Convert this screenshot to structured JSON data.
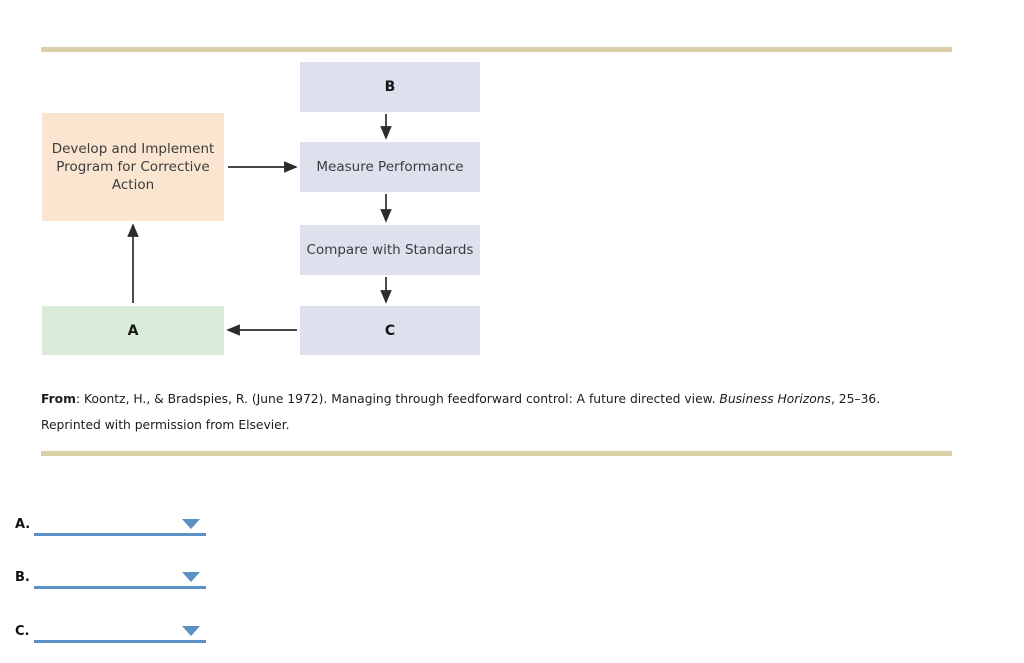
{
  "figure": {
    "title": "Feedforward control flowchart",
    "rule_color": "#d9d0a7",
    "nodes": {
      "b": "B",
      "measure": "Measure Performance",
      "compare": "Compare with Standards",
      "c": "C",
      "develop": "Develop and Implement Program for Corrective Action",
      "a": "A"
    },
    "node_colors": {
      "blue": "#dde1ee",
      "peach": "#fae5d0",
      "mint": "#d9ecd9"
    },
    "arrows": [
      {
        "name": "develop-to-measure",
        "direction": "right"
      },
      {
        "name": "b-to-measure",
        "direction": "down"
      },
      {
        "name": "measure-to-compare",
        "direction": "down"
      },
      {
        "name": "compare-to-c",
        "direction": "down"
      },
      {
        "name": "c-to-a",
        "direction": "left"
      },
      {
        "name": "a-to-develop",
        "direction": "up"
      }
    ]
  },
  "citation": {
    "label": "From",
    "part1": ": Koontz, H., & Bradspies, R. (June 1972). Managing through feedforward control: A future directed view. ",
    "journal": "Business Horizons",
    "part2": ", 25–36. Reprinted with permission from Elsevier."
  },
  "answers": {
    "accent_color": "#5b91c4",
    "items": [
      {
        "label": "A.",
        "value": "",
        "name": "answer-select-a"
      },
      {
        "label": "B.",
        "value": "",
        "name": "answer-select-b"
      },
      {
        "label": "C.",
        "value": "",
        "name": "answer-select-c"
      }
    ]
  }
}
